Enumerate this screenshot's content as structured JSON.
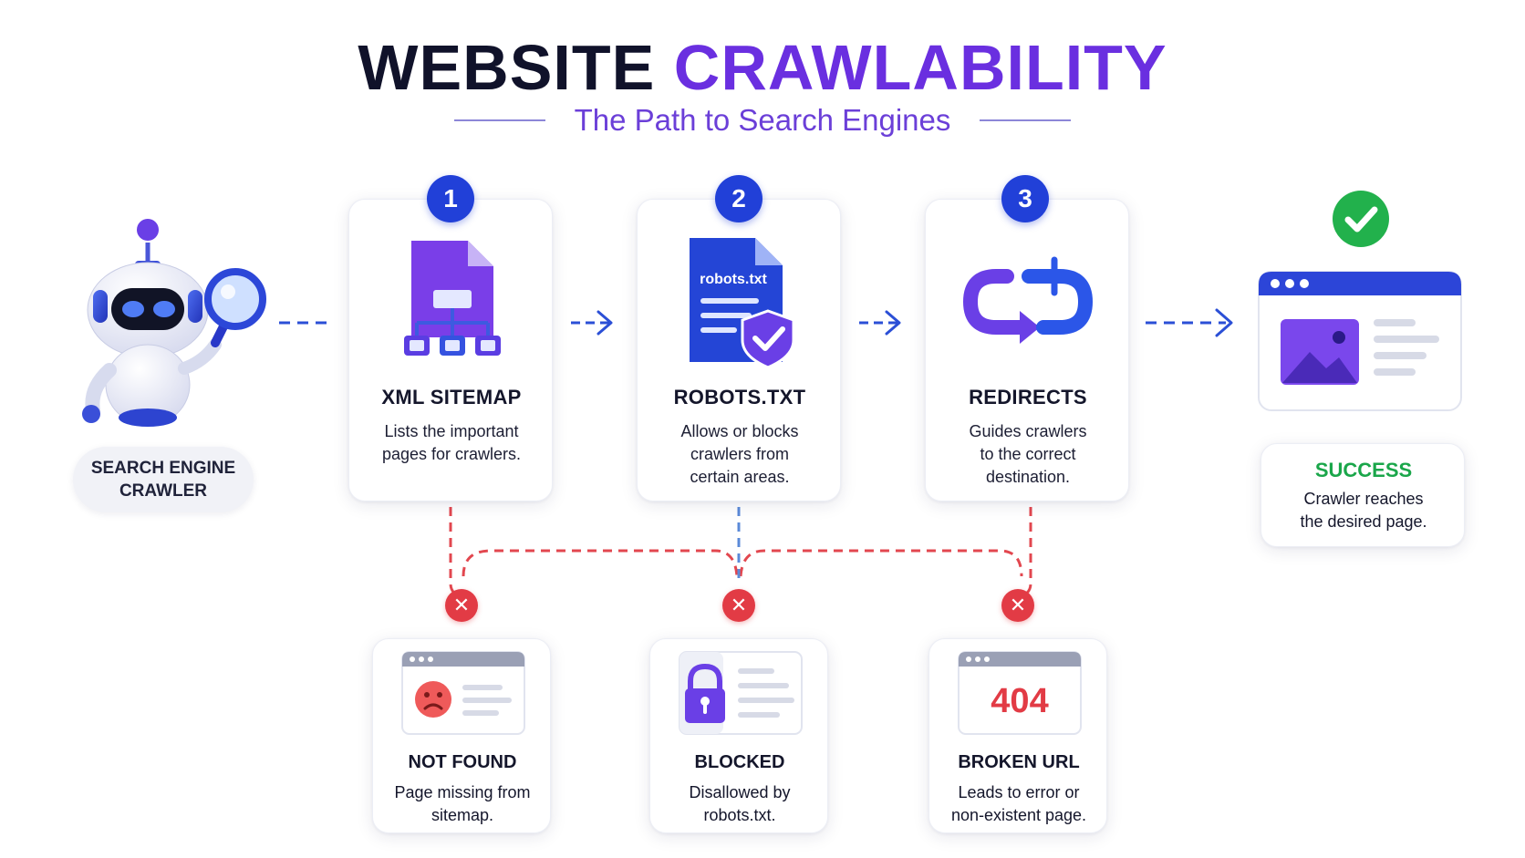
{
  "title": {
    "part1": "WEBSITE",
    "part2": "CRAWLABILITY"
  },
  "subtitle": "The Path to Search Engines",
  "crawler": {
    "label": "SEARCH ENGINE\nCRAWLER"
  },
  "steps": [
    {
      "number": "1",
      "label": "XML SITEMAP",
      "desc": "Lists the important\npages for crawlers."
    },
    {
      "number": "2",
      "label": "ROBOTS.TXT",
      "desc": "Allows or blocks\ncrawlers from\ncertain areas.",
      "file_text": "robots.txt"
    },
    {
      "number": "3",
      "label": "REDIRECTS",
      "desc": "Guides crawlers\nto the correct\ndestination."
    }
  ],
  "success": {
    "label": "SUCCESS",
    "desc": "Crawler reaches\nthe desired page."
  },
  "failures": [
    {
      "label": "NOT FOUND",
      "desc": "Page missing from\nsitemap."
    },
    {
      "label": "BLOCKED",
      "desc": "Disallowed by\nrobots.txt."
    },
    {
      "label": "BROKEN URL",
      "desc": "Leads to error or\nnon-existent page.",
      "code": "404"
    }
  ],
  "icons": {
    "crawler": "robot-magnifier-icon",
    "step1": "sitemap-document-icon",
    "step2": "robots-file-shield-icon",
    "step3": "redirect-loop-icon",
    "success": "check-circle-icon",
    "failure": "x-circle-icon"
  },
  "colors": {
    "accent_purple": "#6a2fe0",
    "primary_blue": "#2140d8",
    "success_green": "#1aa64a",
    "error_red": "#e23b45"
  }
}
